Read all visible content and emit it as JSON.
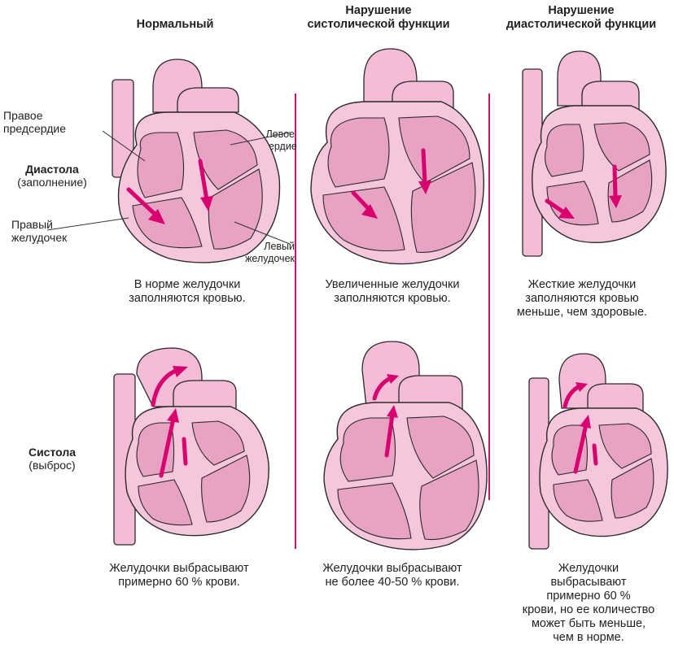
{
  "columns": {
    "normal": {
      "title": "Нормальный"
    },
    "systolic": {
      "title_line1": "Нарушение",
      "title_line2": "систолической функции"
    },
    "diastolic": {
      "title_line1": "Нарушение",
      "title_line2": "диастолической функции"
    }
  },
  "rows": {
    "diastole": {
      "title": "Диастола",
      "subtitle": "(заполнение)"
    },
    "systole": {
      "title": "Систола",
      "subtitle": "(выброс)"
    }
  },
  "anatomy": {
    "right_atrium_1": "Правое",
    "right_atrium_2": "предсердие",
    "left_atrium_1": "Левое",
    "left_atrium_2": "предсердие",
    "right_ventricle_1": "Правый",
    "right_ventricle_2": "желудочек",
    "left_ventricle_1": "Левый",
    "left_ventricle_2": "желудочек"
  },
  "captions": {
    "normal_diastole": [
      "В норме желудочки",
      "заполняются кровью."
    ],
    "systolic_diastole": [
      "Увеличенные желудочки",
      "заполняются кровью."
    ],
    "diastolic_diastole": [
      "Жесткие желудочки",
      "заполняются кровью",
      "меньше, чем здоровые."
    ],
    "normal_systole": [
      "Желудочки выбрасывают",
      "примерно 60 % крови."
    ],
    "systolic_systole": [
      "Желудочки выбрасывают",
      "не более 40-50 % крови."
    ],
    "diastolic_systole": [
      "Желудочки",
      "выбрасывают",
      "примерно 60 %",
      "крови, но ее количество",
      "может быть меньше,",
      "чем в норме."
    ]
  },
  "colors": {
    "accent": "#d8006f",
    "divider": "#c2186c",
    "tissue": "#f6c6dd",
    "chamber": "#e8a2c4"
  }
}
